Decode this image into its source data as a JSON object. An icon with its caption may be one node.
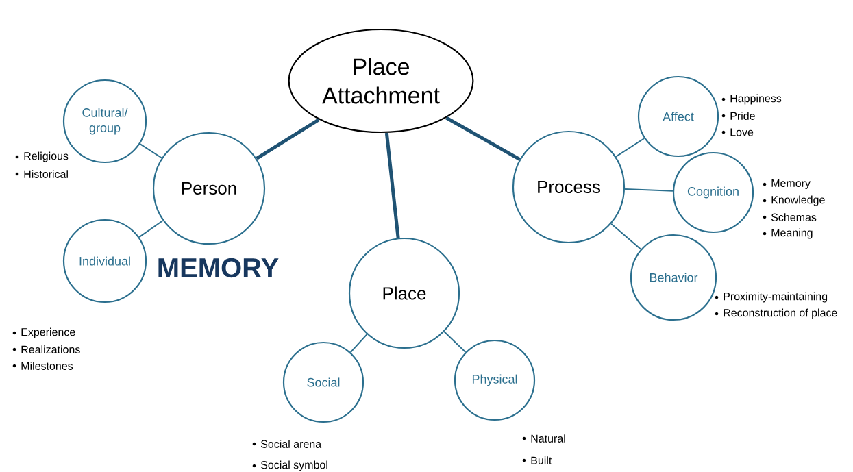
{
  "diagram": {
    "nodes": [
      {
        "text": [
          "Place Attachment"
        ]
      },
      {
        "text": [
          "Person"
        ]
      },
      {
        "text": [
          "Place"
        ]
      },
      {
        "text": [
          "Process"
        ]
      },
      {
        "text": [
          "Cultural/ group"
        ],
        "beside": [
          "Religious",
          "Historical"
        ]
      },
      {
        "text": [
          "Individual"
        ],
        "beside": [
          "Experience",
          "Realizations",
          "Milestones"
        ]
      },
      {
        "text": [
          "Social"
        ],
        "beside": [
          "Social arena",
          "Social symbol"
        ]
      },
      {
        "text": [
          "Physical"
        ],
        "beside": [
          "Natural",
          "Built"
        ]
      },
      {
        "text": [
          "Affect"
        ],
        "beside": [
          "Happiness",
          "Pride",
          "Love"
        ]
      },
      {
        "text": [
          "Cognition"
        ],
        "beside": [
          "Memory",
          "Knowledge",
          "Schemas",
          "Meaning"
        ]
      },
      {
        "text": [
          "Behavior"
        ],
        "beside": [
          "Proximity-maintaining",
          "Reconstruction of place"
        ]
      }
    ],
    "edges": [
      {
        "from": 0,
        "to": 1,
        "arrow": "none",
        "style": "thick"
      },
      {
        "from": 0,
        "to": 2,
        "arrow": "none",
        "style": "thick"
      },
      {
        "from": 0,
        "to": 3,
        "arrow": "none",
        "style": "thick"
      },
      {
        "from": 1,
        "to": 4,
        "arrow": "none"
      },
      {
        "from": 1,
        "to": 5,
        "arrow": "none"
      },
      {
        "from": 2,
        "to": 6,
        "arrow": "none"
      },
      {
        "from": 2,
        "to": 7,
        "arrow": "none"
      },
      {
        "from": 3,
        "to": 8,
        "arrow": "none"
      },
      {
        "from": 3,
        "to": 9,
        "arrow": "none"
      },
      {
        "from": 3,
        "to": 10,
        "arrow": "none"
      }
    ],
    "labels": [
      "MEMORY"
    ]
  }
}
